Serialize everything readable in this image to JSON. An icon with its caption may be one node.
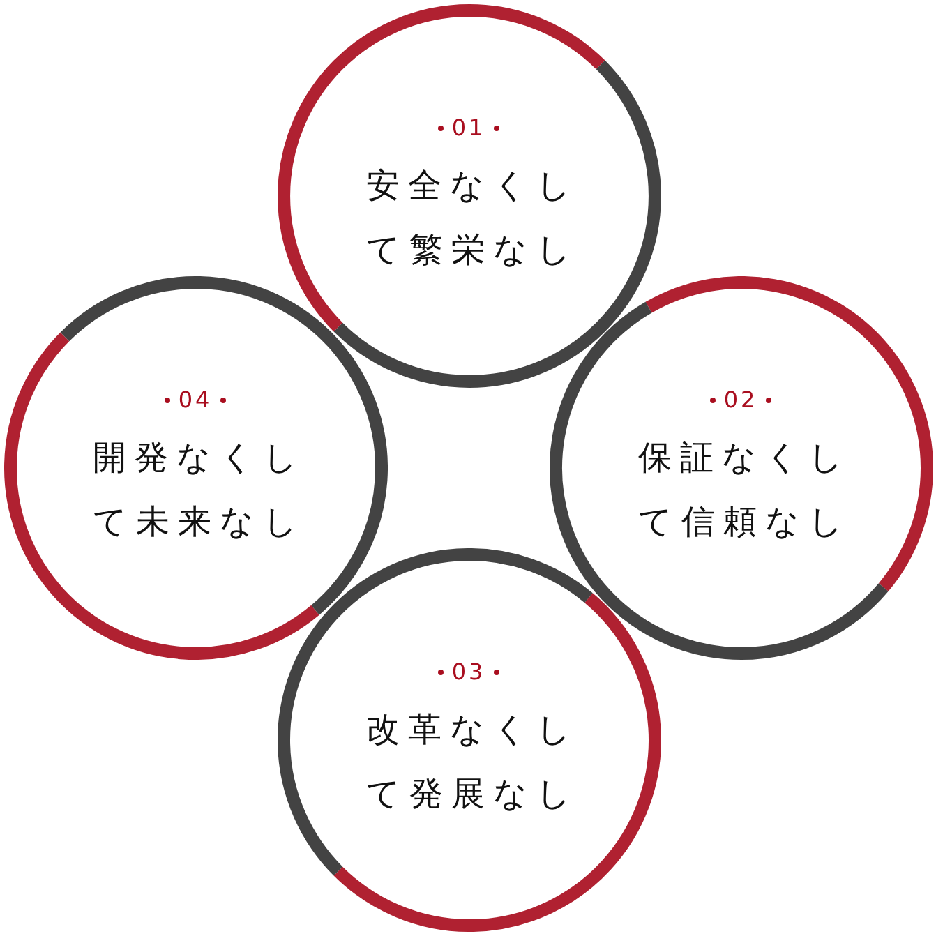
{
  "diagram": {
    "nodes": [
      {
        "text": [
          "01",
          "安全なくして繁栄なし"
        ]
      },
      {
        "text": [
          "02",
          "保証なくして信頼なし"
        ]
      },
      {
        "text": [
          "03",
          "改革なくして発展なし"
        ]
      },
      {
        "text": [
          "04",
          "開発なくして未来なし"
        ]
      }
    ]
  }
}
